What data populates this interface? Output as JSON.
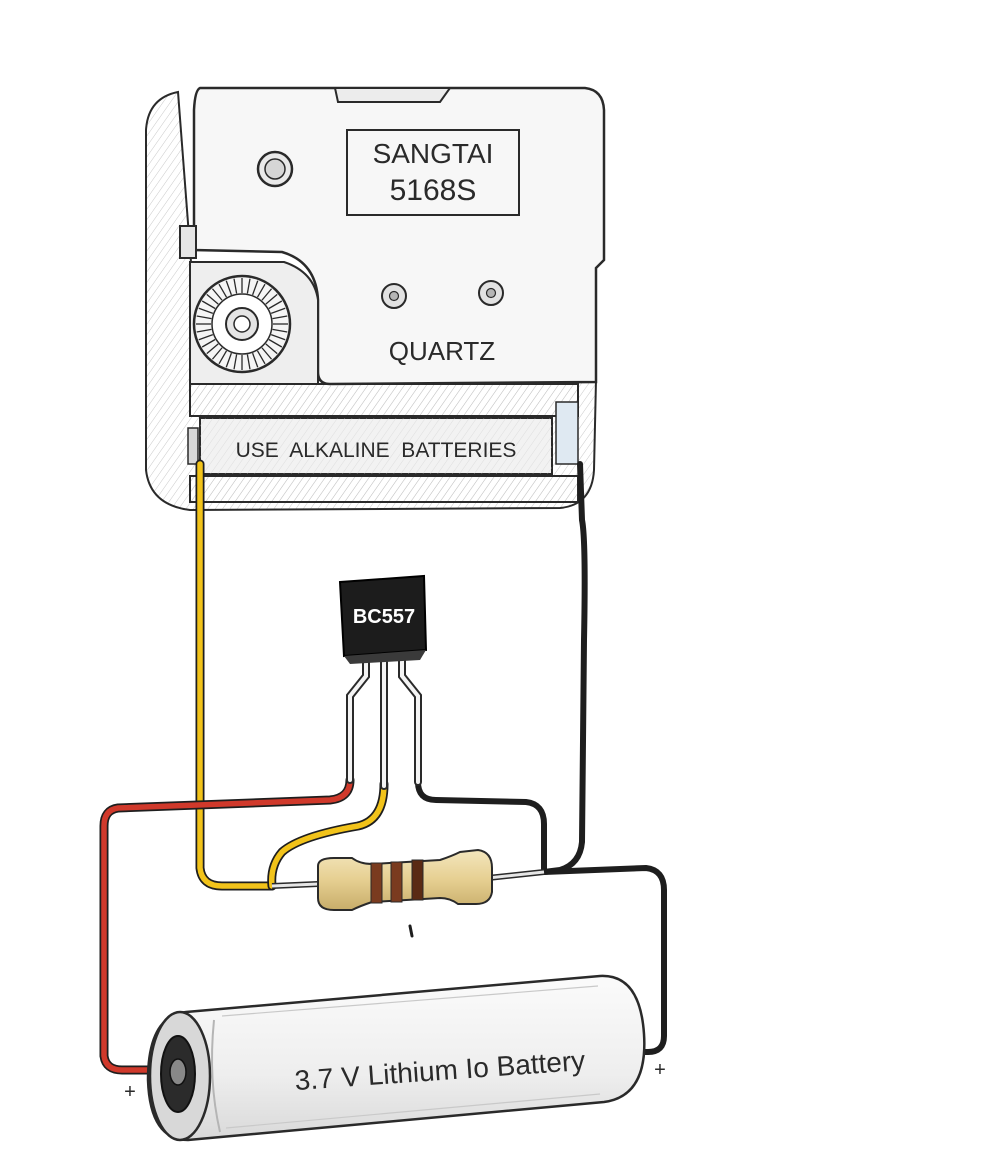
{
  "clock_movement": {
    "brand": "SANGTAI",
    "model": "5168S",
    "type_label": "QUARTZ",
    "battery_notice": "USE  ALKALINE  BATTERIES"
  },
  "transistor": {
    "part_number": "BC557"
  },
  "battery": {
    "label": "3.7 V Lithium Io Battery",
    "left_terminal": "+",
    "right_terminal": "+"
  },
  "colors": {
    "wire_yellow": "#f2c31a",
    "wire_red": "#d0392b",
    "wire_black": "#1e1e1e",
    "transistor_body": "#1c1c1c",
    "resistor_body": "#e8d29a",
    "resistor_band": "#7a3b1f"
  }
}
